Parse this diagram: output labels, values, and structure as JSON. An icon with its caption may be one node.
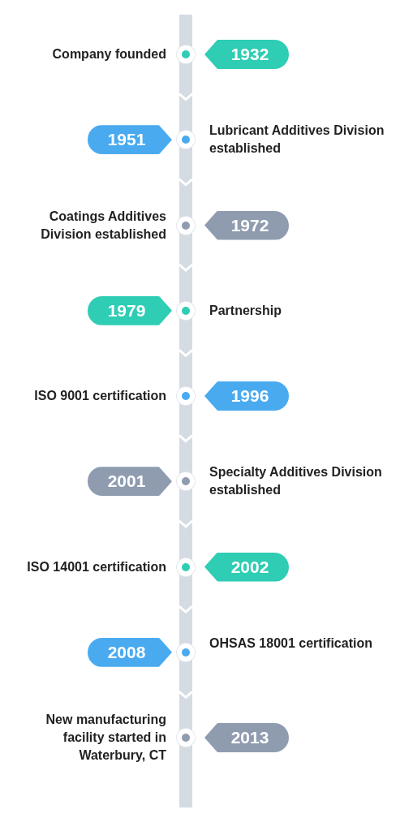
{
  "diagram": {
    "nodes": [
      {
        "text": [
          "1932"
        ],
        "beside": [
          "Company founded"
        ]
      },
      {
        "text": [
          "1951"
        ],
        "beside": [
          "Lubricant Additives Division established"
        ]
      },
      {
        "text": [
          "1972"
        ],
        "beside": [
          "Coatings Additives Division established"
        ]
      },
      {
        "text": [
          "1979"
        ],
        "beside": [
          "Partnership"
        ]
      },
      {
        "text": [
          "1996"
        ],
        "beside": [
          "ISO 9001 certification"
        ]
      },
      {
        "text": [
          "2001"
        ],
        "beside": [
          "Specialty Additives Division established"
        ]
      },
      {
        "text": [
          "2002"
        ],
        "beside": [
          "ISO 14001 certification"
        ]
      },
      {
        "text": [
          "2008"
        ],
        "beside": [
          "OHSAS 18001 certification"
        ]
      },
      {
        "text": [
          "2013"
        ],
        "beside": [
          "New manufacturing facility started in Waterbury, CT"
        ]
      }
    ]
  }
}
